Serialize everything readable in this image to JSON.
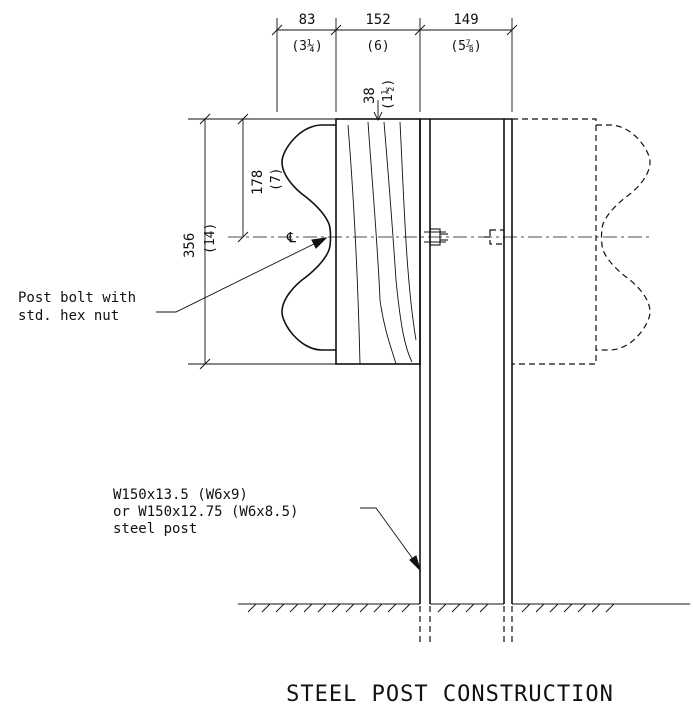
{
  "dimensions": {
    "top": [
      {
        "mm": "83",
        "in": "(3¼)"
      },
      {
        "mm": "152",
        "in": "(6)"
      },
      {
        "mm": "149",
        "in": "(5⅞)"
      }
    ],
    "blockout_depth": {
      "mm": "38",
      "in": "(1½)"
    },
    "half_height": {
      "mm": "178",
      "in": "(7)"
    },
    "full_height": {
      "mm": "356",
      "in": "(14)"
    }
  },
  "centerline_symbol": "℄",
  "labels": {
    "post_bolt": [
      "Post bolt with",
      "std. hex nut"
    ],
    "steel_post": [
      "W150x13.5 (W6x9)",
      "or W150x12.75 (W6x8.5)",
      "steel post"
    ]
  },
  "title": "STEEL POST CONSTRUCTION"
}
